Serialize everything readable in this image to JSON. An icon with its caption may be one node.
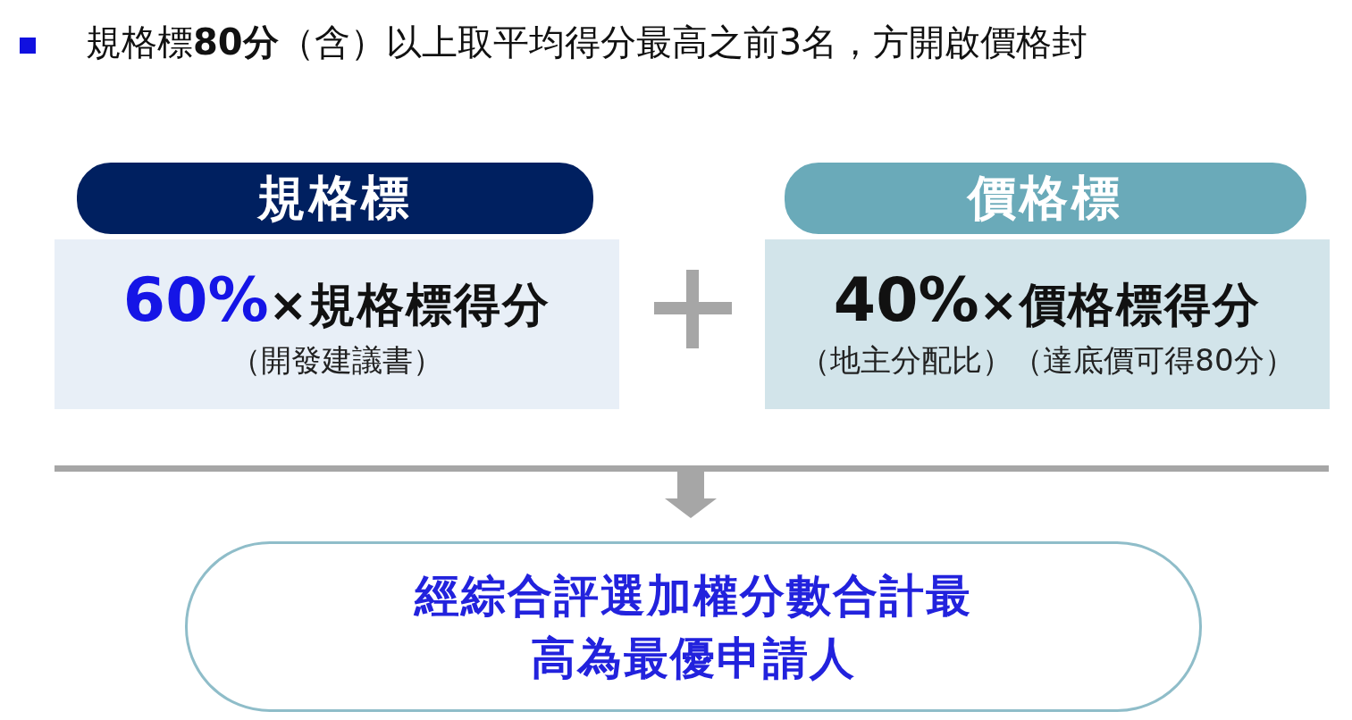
{
  "diagram": {
    "title": "規格標**80分**（含）以上取平均得分最高之前3名，方開啟價格封",
    "nodes": [
      {
        "text": [
          "60%",
          "×規格標得分",
          "（開發建議書）"
        ]
      },
      {
        "text": [
          "規格標"
        ]
      },
      {
        "text": [
          "40%",
          "×價格標得分",
          "（地主分配比）（達底價可得80分）"
        ]
      },
      {
        "text": [
          "價格標"
        ]
      },
      {
        "text": [],
        "shape": "bar"
      },
      {
        "text": [
          "經綜合評選加權分數合計最高為最優申請人"
        ]
      }
    ],
    "edges": [
      {
        "from": 4,
        "to": 5,
        "arrow": "to"
      }
    ]
  }
}
